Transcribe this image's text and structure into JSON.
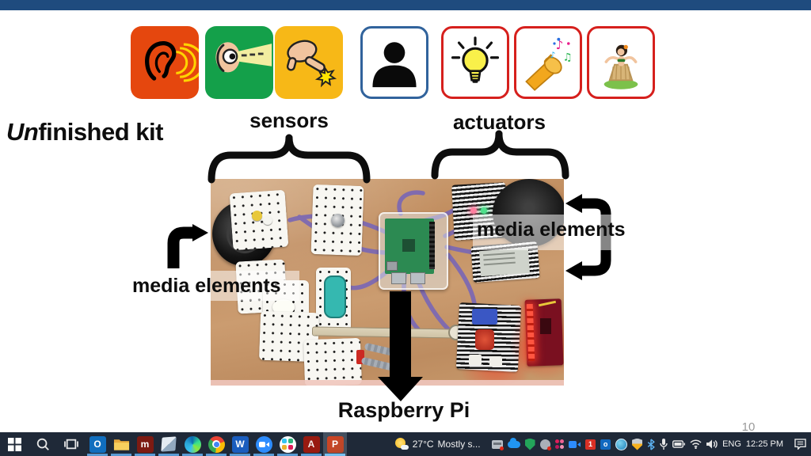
{
  "slide": {
    "top_bar_color": "#1F4B7E",
    "title": {
      "un": "Un",
      "rest": "finished kit"
    },
    "icon_row": [
      {
        "name": "hearing-ear",
        "bg": "#E5470E"
      },
      {
        "name": "seeing-eye",
        "bg": "#14A04A"
      },
      {
        "name": "touching-hand",
        "bg": "#F7B817"
      },
      {
        "name": "user-silhouette",
        "bg": "#FFFFFF",
        "border": "#31639C"
      },
      {
        "name": "light-bulb",
        "bg": "#FFFFFF",
        "border": "#D6201D"
      },
      {
        "name": "sound-horn-music",
        "bg": "#FFFFFF",
        "border": "#D6201D"
      },
      {
        "name": "hula-dancer",
        "bg": "#FFFFFF",
        "border": "#D6201D"
      }
    ],
    "labels": {
      "sensors": "sensors",
      "actuators": "actuators",
      "media_elements_left": "media elements",
      "media_elements_right": "media elements",
      "raspberry_pi": "Raspberry Pi"
    },
    "photo_contents": [
      "camera lens",
      "polka-dot sensor patches",
      "Raspberry Pi in clear case",
      "purple yarn wires",
      "striped LED pad",
      "speaker",
      "e-ink display",
      "servo module",
      "red LED microcontroller",
      "flex sensor",
      "moisture sensor"
    ],
    "page_number": "10"
  },
  "taskbar": {
    "color": "#1F2938",
    "apps": [
      {
        "name": "start"
      },
      {
        "name": "search"
      },
      {
        "name": "task-view"
      },
      {
        "name": "outlook",
        "glyph": "O",
        "running": true
      },
      {
        "name": "file-explorer",
        "running": true
      },
      {
        "name": "moodle",
        "glyph": "m",
        "running": true
      },
      {
        "name": "photos",
        "running": true
      },
      {
        "name": "edge",
        "running": true
      },
      {
        "name": "chrome",
        "running": true
      },
      {
        "name": "word",
        "glyph": "W",
        "running": true
      },
      {
        "name": "zoom-app",
        "running": true
      },
      {
        "name": "slack",
        "running": true
      },
      {
        "name": "acrobat",
        "glyph": "A",
        "running": true
      },
      {
        "name": "powerpoint",
        "glyph": "P",
        "running": true,
        "active": true
      }
    ],
    "weather": {
      "temperature": "27°C",
      "condition": "Mostly s..."
    },
    "tray_badges": {
      "calendar": "1",
      "outlook": "o"
    },
    "language": "ENG",
    "clock": "12:25 PM"
  }
}
